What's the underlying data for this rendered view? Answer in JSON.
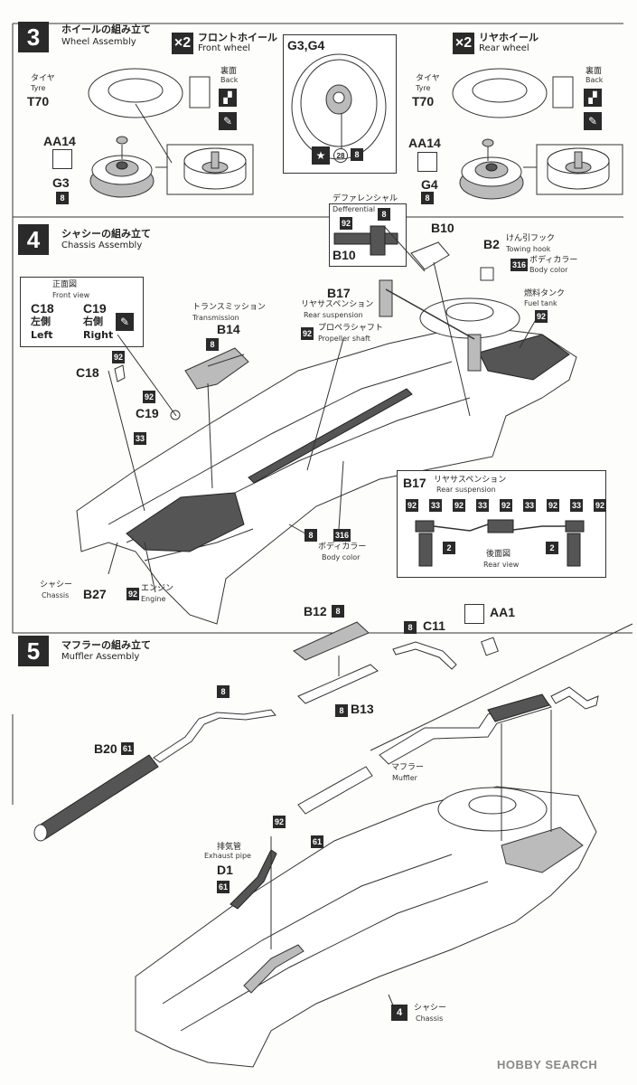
{
  "step3": {
    "number": "3",
    "title_jp": "ホイールの組み立て",
    "title_en": "Wheel Assembly",
    "front": {
      "qty": "×2",
      "jp": "フロントホイール",
      "en": "Front wheel",
      "tyre_jp": "タイヤ",
      "tyre_en": "Tyre",
      "tyre_part": "T70",
      "back_jp": "裏面",
      "back_en": "Back",
      "cap_part": "AA14",
      "wheel_part": "G3",
      "wheel_code": "8"
    },
    "center": {
      "parts": "G3,G4",
      "code1": "28",
      "code2": "8"
    },
    "rear": {
      "qty": "×2",
      "jp": "リヤホイール",
      "en": "Rear wheel",
      "tyre_jp": "タイヤ",
      "tyre_en": "Tyre",
      "tyre_part": "T70",
      "back_jp": "裏面",
      "back_en": "Back",
      "cap_part": "AA14",
      "wheel_part": "G4",
      "wheel_code": "8"
    }
  },
  "step4": {
    "number": "4",
    "title_jp": "シャシーの組み立て",
    "title_en": "Chassis Assembly",
    "front_view": {
      "jp": "正面図",
      "en": "Front view",
      "left_part": "C18",
      "left_jp": "左側",
      "left_en": "Left",
      "right_part": "C19",
      "right_jp": "右側",
      "right_en": "Right"
    },
    "diff": {
      "jp": "デファレンシャル",
      "en": "Defferential",
      "code1": "92",
      "code2": "8",
      "part": "B10"
    },
    "b10": "B10",
    "b2": {
      "part": "B2",
      "jp": "けん引フック",
      "en": "Towing hook"
    },
    "body_color": {
      "code": "316",
      "jp": "ボディカラー",
      "en": "Body color"
    },
    "fuel_tank": {
      "jp": "燃料タンク",
      "en": "Fuel tank",
      "code": "92"
    },
    "b17": {
      "part": "B17",
      "jp": "リヤサスペンション",
      "en": "Rear suspension"
    },
    "prop": {
      "code": "92",
      "jp": "プロペラシャフト",
      "en": "Propeller shaft"
    },
    "transmission": {
      "jp": "トランスミッション",
      "en": "Transmission",
      "code": "8",
      "part": "B14"
    },
    "c18": {
      "part": "C18",
      "code": "92"
    },
    "c19": {
      "part": "C19",
      "code": "92"
    },
    "code33": "33",
    "code8": "8",
    "body_color2": {
      "code": "316",
      "jp": "ボディカラー",
      "en": "Body color"
    },
    "chassis": {
      "jp": "シャシー",
      "en": "Chassis",
      "part": "B27"
    },
    "engine": {
      "code": "92",
      "jp": "エンジン",
      "en": "Engine"
    },
    "rear_view": {
      "part": "B17",
      "jp": "リヤサスペンション",
      "en": "Rear suspension",
      "codes": [
        "92",
        "33",
        "92",
        "33",
        "92",
        "33",
        "92",
        "33",
        "92"
      ],
      "code2a": "2",
      "code2b": "2",
      "label_jp": "後面図",
      "label_en": "Rear view"
    }
  },
  "step5": {
    "number": "5",
    "title_jp": "マフラーの組み立て",
    "title_en": "Muffler Assembly",
    "b12": {
      "part": "B12",
      "code": "8"
    },
    "b13": {
      "code": "8",
      "part": "B13"
    },
    "c11": {
      "code": "8",
      "part": "C11"
    },
    "aa1": "AA1",
    "pipe_code": "8",
    "b20": {
      "part": "B20",
      "code": "61"
    },
    "muffler": {
      "jp": "マフラー",
      "en": "Muffler"
    },
    "exhaust": {
      "jp": "排気管",
      "en": "Exhaust pipe",
      "part": "D1",
      "code": "61",
      "code92": "92",
      "code61b": "61"
    },
    "chassis_ref": {
      "num": "4",
      "jp": "シャシー",
      "en": "Chassis"
    }
  },
  "watermark": "HOBBY SEARCH"
}
